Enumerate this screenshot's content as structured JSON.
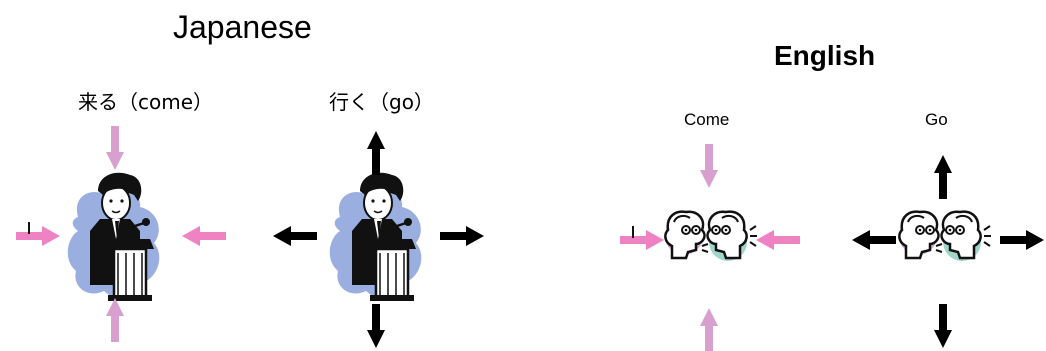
{
  "headings": {
    "japanese": "Japanese",
    "english": "English"
  },
  "labels": {
    "jp_come": "来る（come）",
    "jp_go": "行く（go）",
    "en_come": "Come",
    "en_go": "Go"
  },
  "colors": {
    "come_arrow": "#d7a0cf",
    "come_arrow_side": "#ee82c3",
    "go_arrow": "#000000",
    "figure_bg": "#9aaee0",
    "face_pink": "#d9a5d6",
    "face_teal": "#9fd6c9"
  },
  "icons": [
    "speaker-at-podium-icon",
    "two-people-talking-icon",
    "arrow-icon"
  ]
}
